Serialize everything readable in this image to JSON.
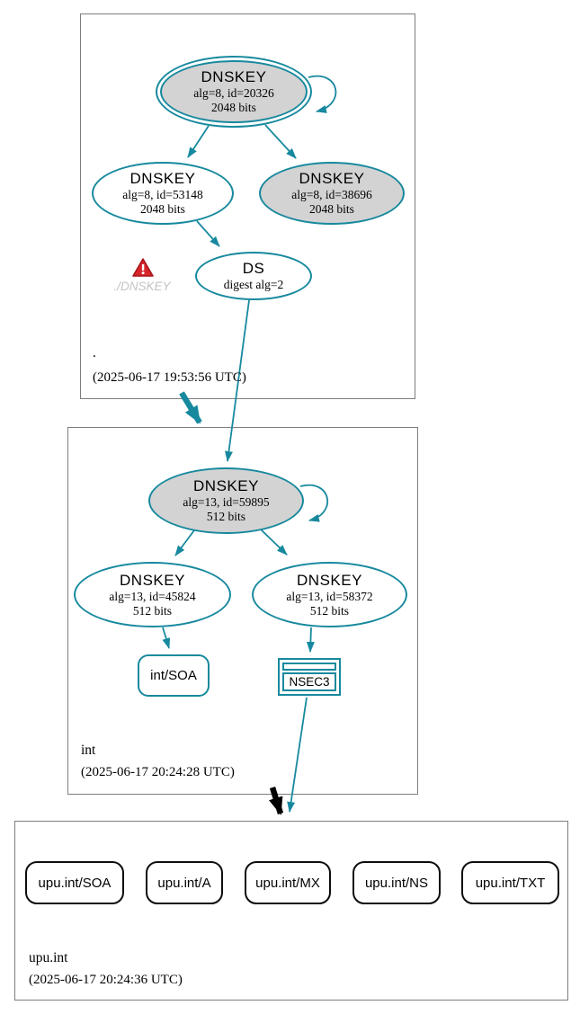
{
  "colors": {
    "secure_accent": "#17899e",
    "insecure_black": "#000000",
    "warning_red": "#d8262c",
    "key_fill_gray": "#d3d3d3",
    "node_fill_white": "#ffffff",
    "zone_border_gray": "#7d7d7d",
    "error_label_gray": "#c3c3c3"
  },
  "zones": [
    {
      "name": ".",
      "timestamp": "(2025-06-17 19:53:56 UTC)",
      "ksk": {
        "title": "DNSKEY",
        "alg": "alg=8, id=20326",
        "bits": "2048 bits"
      },
      "zsk": {
        "title": "DNSKEY",
        "alg": "alg=8, id=53148",
        "bits": "2048 bits"
      },
      "key2": {
        "title": "DNSKEY",
        "alg": "alg=8, id=38696",
        "bits": "2048 bits"
      },
      "ds": {
        "title": "DS",
        "digest": "digest alg=2"
      },
      "warning_label": "./DNSKEY"
    },
    {
      "name": "int",
      "timestamp": "(2025-06-17 20:24:28 UTC)",
      "ksk": {
        "title": "DNSKEY",
        "alg": "alg=13, id=59895",
        "bits": "512 bits"
      },
      "zsk1": {
        "title": "DNSKEY",
        "alg": "alg=13, id=45824",
        "bits": "512 bits"
      },
      "zsk2": {
        "title": "DNSKEY",
        "alg": "alg=13, id=58372",
        "bits": "512 bits"
      },
      "soa": {
        "label": "int/SOA"
      },
      "nsec3": {
        "label": "NSEC3"
      }
    },
    {
      "name": "upu.int",
      "timestamp": "(2025-06-17 20:24:36 UTC)",
      "rrsets": [
        "upu.int/SOA",
        "upu.int/A",
        "upu.int/MX",
        "upu.int/NS",
        "upu.int/TXT"
      ]
    }
  ]
}
